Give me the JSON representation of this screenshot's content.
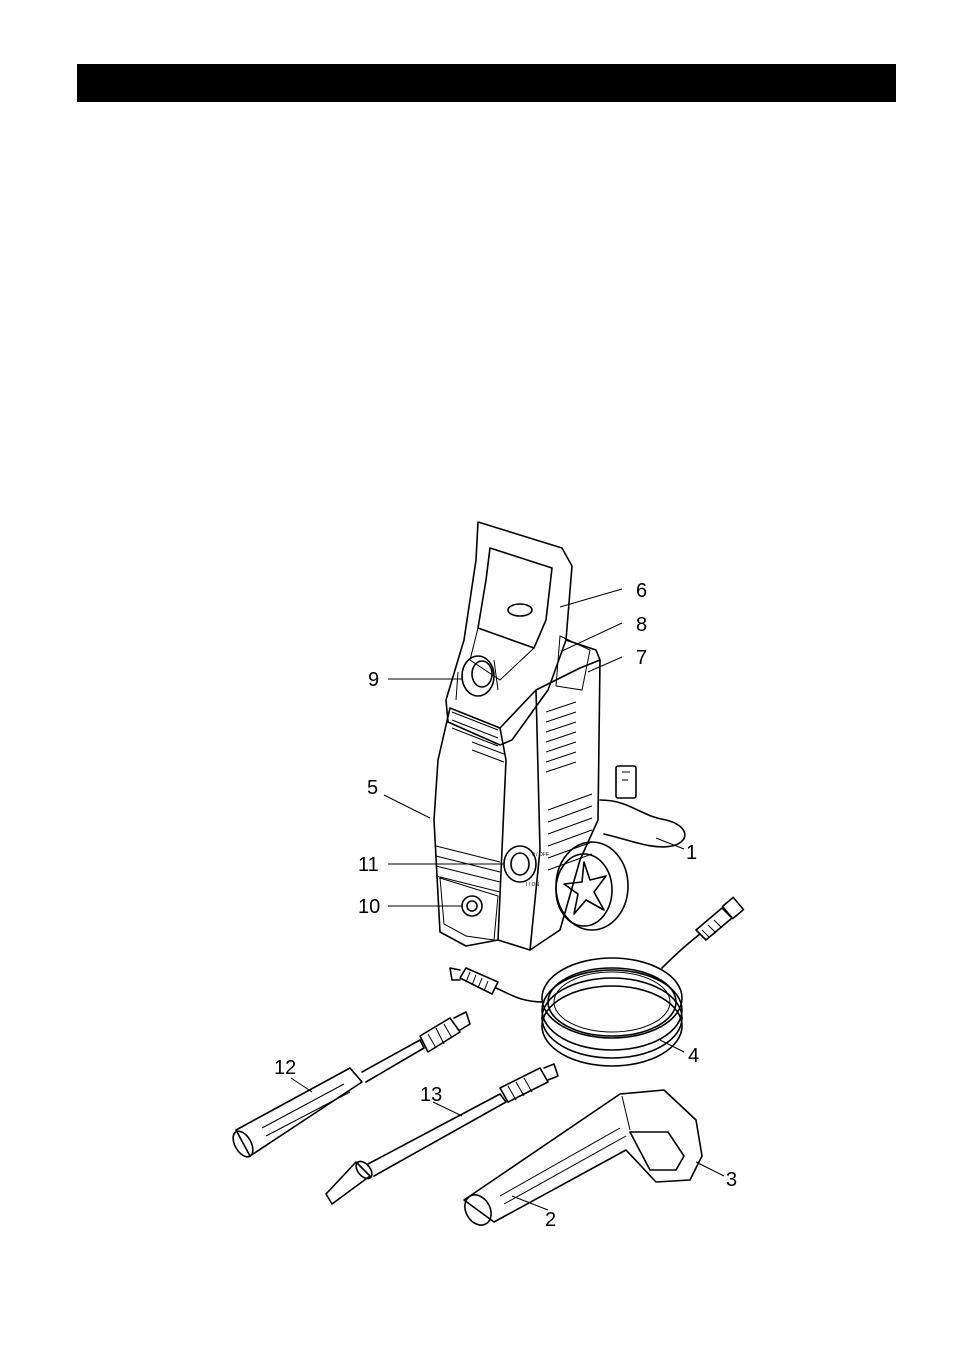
{
  "header": {
    "title": ""
  },
  "callouts": [
    {
      "id": "1",
      "label": "1"
    },
    {
      "id": "2",
      "label": "2"
    },
    {
      "id": "3",
      "label": "3"
    },
    {
      "id": "4",
      "label": "4"
    },
    {
      "id": "5",
      "label": "5"
    },
    {
      "id": "6",
      "label": "6"
    },
    {
      "id": "7",
      "label": "7"
    },
    {
      "id": "8",
      "label": "8"
    },
    {
      "id": "9",
      "label": "9"
    },
    {
      "id": "10",
      "label": "10"
    },
    {
      "id": "11",
      "label": "11"
    },
    {
      "id": "12",
      "label": "12"
    },
    {
      "id": "13",
      "label": "13"
    }
  ],
  "switch_labels": {
    "off": "0 / OFF",
    "on": "I / ON"
  },
  "colors": {
    "ink": "#000000",
    "paper": "#ffffff"
  }
}
